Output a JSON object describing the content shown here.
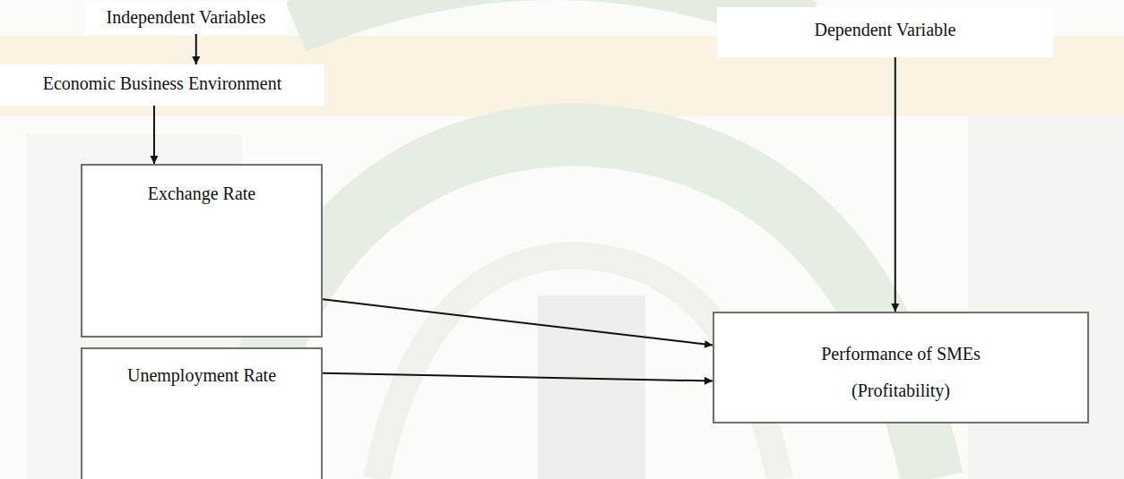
{
  "diagram": {
    "nodes": [
      {
        "text": [
          "Independent Variables"
        ]
      },
      {
        "text": [
          "Dependent Variable"
        ]
      },
      {
        "text": [
          "Economic Business Environment"
        ]
      },
      {
        "text": [
          "Exchange Rate"
        ]
      },
      {
        "text": [
          "Unemployment Rate"
        ]
      },
      {
        "text": [
          "Performance of SMEs",
          "(Profitability)"
        ]
      }
    ],
    "edges": [
      {
        "from": 0,
        "to": 2,
        "arrow": "to"
      },
      {
        "from": 2,
        "to": 3,
        "arrow": "to"
      },
      {
        "from": 1,
        "to": 5,
        "arrow": "to"
      },
      {
        "from": 3,
        "to": 5,
        "arrow": "to"
      },
      {
        "from": 4,
        "to": 5,
        "arrow": "to"
      }
    ]
  }
}
